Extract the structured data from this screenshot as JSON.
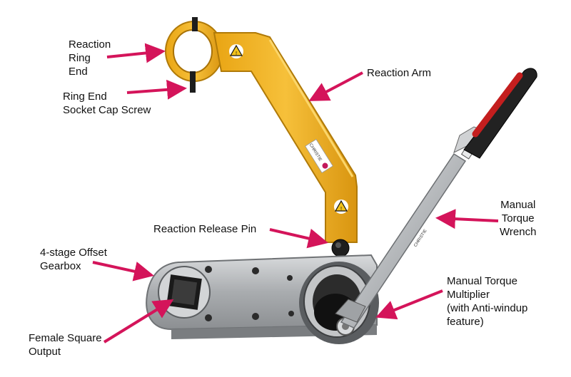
{
  "colors": {
    "arm": "#f2b21b",
    "arm_shade": "#c98a0c",
    "arrow": "#d4145a",
    "steel": "#b9bcbf",
    "dark": "#2a2a2a",
    "grip": "#c41e1e"
  },
  "labels": {
    "reaction_ring_end": [
      "Reaction",
      "Ring",
      "End"
    ],
    "ring_end_screw": [
      "Ring End",
      "Socket Cap Screw"
    ],
    "reaction_arm": [
      "Reaction Arm"
    ],
    "reaction_release_pin": [
      "Reaction Release Pin"
    ],
    "offset_gearbox": [
      "4-stage Offset",
      "Gearbox"
    ],
    "female_square_output": [
      "Female Square",
      "Output"
    ],
    "manual_torque_wrench": [
      "Manual",
      "Torque",
      "Wrench"
    ],
    "manual_torque_multiplier": [
      "Manual Torque",
      "Multiplier",
      "(with Anti-windup",
      "feature)"
    ]
  },
  "brand": {
    "logo_text": "CHRISTIE"
  },
  "icons": {
    "warning": "warning-triangle-icon"
  }
}
